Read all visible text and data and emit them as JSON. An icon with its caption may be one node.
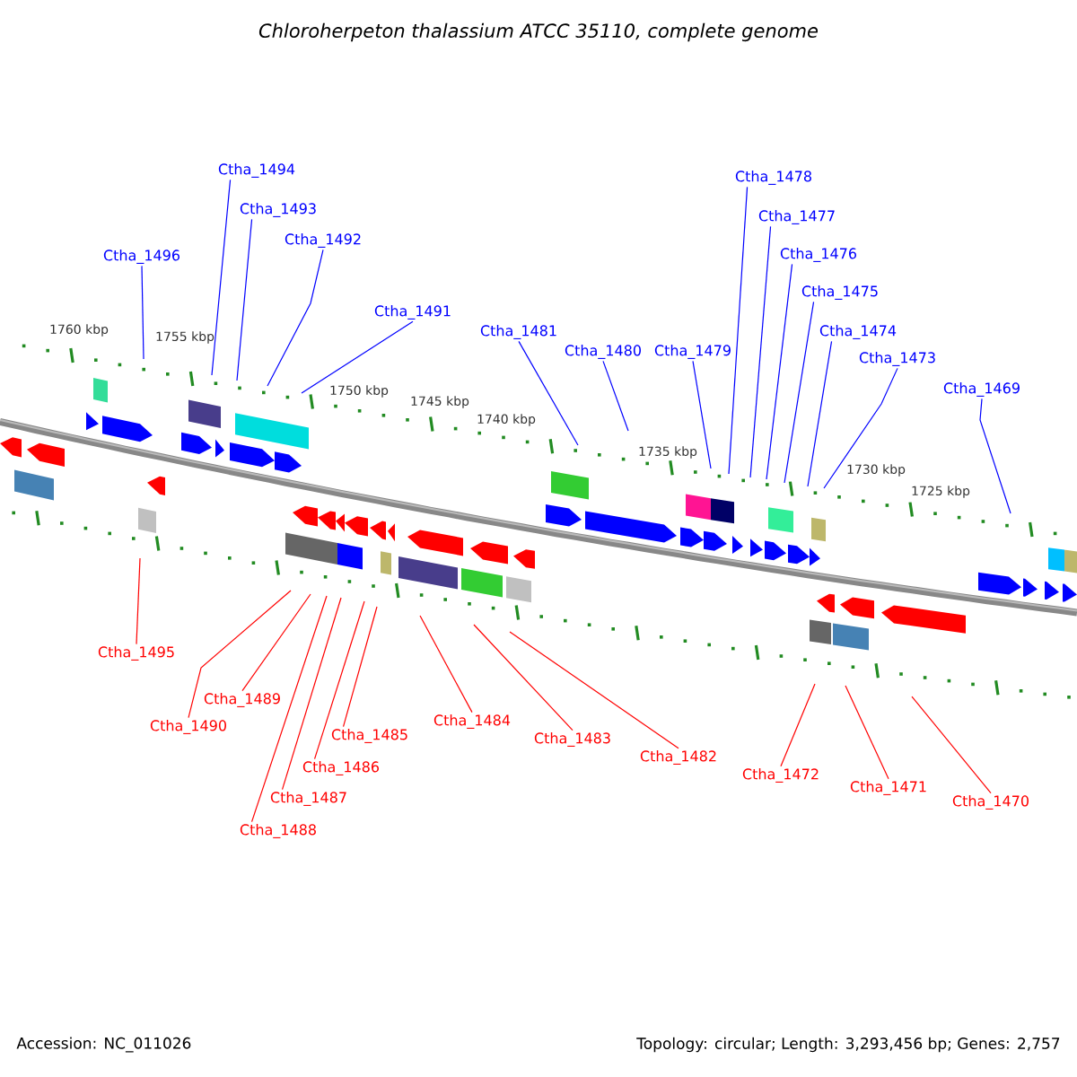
{
  "diagram": {
    "title": "Chloroherpeton thalassium ATCC 35110, complete genome",
    "nodes": [
      {
        "text": [
          "Ctha_1494"
        ]
      },
      {
        "text": [
          "Ctha_1493"
        ]
      },
      {
        "text": [
          "Ctha_1492"
        ]
      },
      {
        "text": [
          "Ctha_1491"
        ]
      },
      {
        "text": [
          "Ctha_1496"
        ]
      },
      {
        "text": [
          "Ctha_1481"
        ]
      },
      {
        "text": [
          "Ctha_1480"
        ]
      },
      {
        "text": [
          "Ctha_1479"
        ]
      },
      {
        "text": [
          "Ctha_1478"
        ]
      },
      {
        "text": [
          "Ctha_1477"
        ]
      },
      {
        "text": [
          "Ctha_1476"
        ]
      },
      {
        "text": [
          "Ctha_1475"
        ]
      },
      {
        "text": [
          "Ctha_1474"
        ]
      },
      {
        "text": [
          "Ctha_1473"
        ]
      },
      {
        "text": [
          "Ctha_1469"
        ]
      },
      {
        "text": [
          "Ctha_1495"
        ]
      },
      {
        "text": [
          "Ctha_1489"
        ]
      },
      {
        "text": [
          "Ctha_1490"
        ]
      },
      {
        "text": [
          "Ctha_1485"
        ]
      },
      {
        "text": [
          "Ctha_1484"
        ]
      },
      {
        "text": [
          "Ctha_1486"
        ]
      },
      {
        "text": [
          "Ctha_1487"
        ]
      },
      {
        "text": [
          "Ctha_1488"
        ]
      },
      {
        "text": [
          "Ctha_1483"
        ]
      },
      {
        "text": [
          "Ctha_1482"
        ]
      },
      {
        "text": [
          "Ctha_1472"
        ]
      },
      {
        "text": [
          "Ctha_1471"
        ]
      },
      {
        "text": [
          "Ctha_1470"
        ]
      }
    ],
    "edges": [
      {
        "from": 0,
        "to": null,
        "arrow": "none"
      },
      {
        "from": 1,
        "to": null,
        "arrow": "none"
      },
      {
        "from": 2,
        "to": null,
        "arrow": "none"
      },
      {
        "from": 3,
        "to": null,
        "arrow": "none"
      },
      {
        "from": 4,
        "to": null,
        "arrow": "none"
      },
      {
        "from": 5,
        "to": null,
        "arrow": "none"
      },
      {
        "from": 6,
        "to": null,
        "arrow": "none"
      },
      {
        "from": 7,
        "to": null,
        "arrow": "none"
      },
      {
        "from": 8,
        "to": null,
        "arrow": "none"
      },
      {
        "from": 9,
        "to": null,
        "arrow": "none"
      },
      {
        "from": 10,
        "to": null,
        "arrow": "none"
      },
      {
        "from": 11,
        "to": null,
        "arrow": "none"
      },
      {
        "from": 12,
        "to": null,
        "arrow": "none"
      },
      {
        "from": 13,
        "to": null,
        "arrow": "none"
      },
      {
        "from": 14,
        "to": null,
        "arrow": "none"
      },
      {
        "from": 15,
        "to": null,
        "arrow": "none",
        "color": "#ff0000"
      },
      {
        "from": 16,
        "to": null,
        "arrow": "none",
        "color": "#ff0000"
      },
      {
        "from": 17,
        "to": null,
        "arrow": "none",
        "color": "#ff0000"
      },
      {
        "from": 18,
        "to": null,
        "arrow": "none",
        "color": "#ff0000"
      },
      {
        "from": 19,
        "to": null,
        "arrow": "none",
        "color": "#ff0000"
      },
      {
        "from": 20,
        "to": null,
        "arrow": "none",
        "color": "#ff0000"
      },
      {
        "from": 21,
        "to": null,
        "arrow": "none",
        "color": "#ff0000"
      },
      {
        "from": 22,
        "to": null,
        "arrow": "none",
        "color": "#ff0000"
      },
      {
        "from": 23,
        "to": null,
        "arrow": "none",
        "color": "#ff0000"
      },
      {
        "from": 24,
        "to": null,
        "arrow": "none",
        "color": "#ff0000"
      },
      {
        "from": 25,
        "to": null,
        "arrow": "none",
        "color": "#ff0000"
      },
      {
        "from": 26,
        "to": null,
        "arrow": "none",
        "color": "#ff0000"
      },
      {
        "from": 27,
        "to": null,
        "arrow": "none",
        "color": "#ff0000"
      }
    ],
    "labels": [
      "1760 kbp",
      "1755 kbp",
      "1750 kbp",
      "1745 kbp",
      "1740 kbp",
      "1735 kbp",
      "1730 kbp",
      "1725 kbp",
      "Accession: NC_011026",
      "Topology: circular; Length: 3,293,456 bp; Genes: 2,757"
    ]
  }
}
